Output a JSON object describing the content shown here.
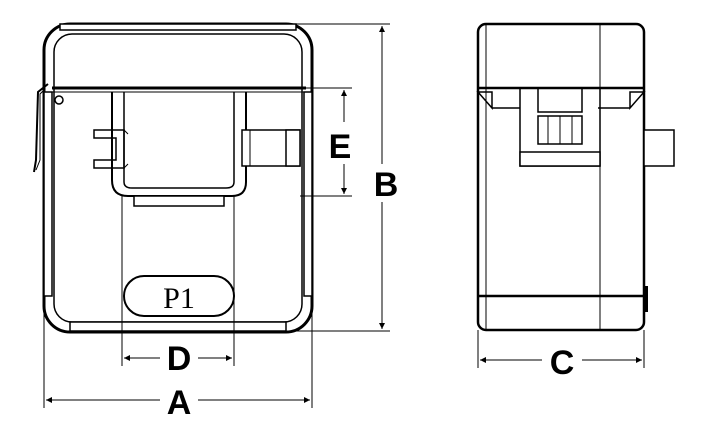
{
  "diagram": {
    "labels": {
      "a": "A",
      "b": "B",
      "c": "C",
      "d": "D",
      "e": "E",
      "marking": "P1"
    }
  }
}
